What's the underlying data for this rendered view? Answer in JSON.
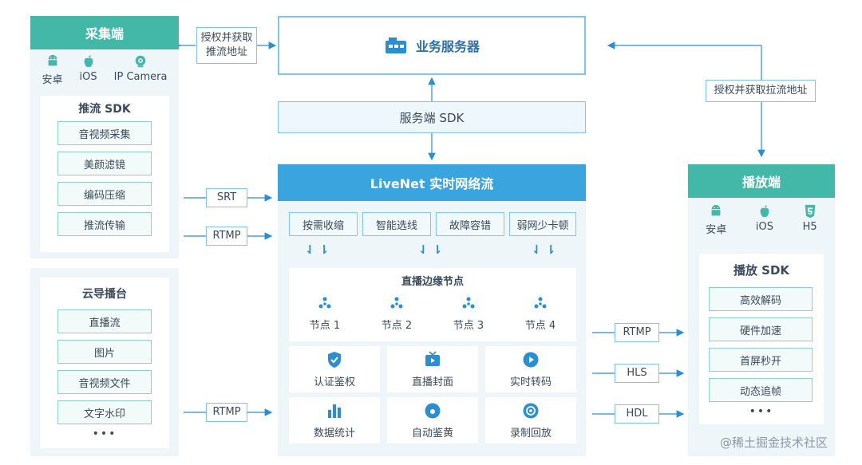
{
  "capture": {
    "title": "采集端",
    "platforms": [
      {
        "icon": "android-icon",
        "label": "安卓"
      },
      {
        "icon": "apple-icon",
        "label": "iOS"
      },
      {
        "icon": "webcam-icon",
        "label": "IP Camera"
      }
    ],
    "sdk_title": "推流 SDK",
    "sdk_items": [
      "音视频采集",
      "美颜滤镜",
      "编码压缩",
      "推流传输"
    ]
  },
  "director": {
    "title": "云导播台",
    "items": [
      "直播流",
      "图片",
      "音视频文件",
      "文字水印"
    ],
    "more": "•••"
  },
  "business_server": {
    "title": "业务服务器",
    "icon": "server-icon"
  },
  "auth_left": "授权并获取\n推流地址",
  "auth_right": "授权并获取拉流地址",
  "server_sdk": "服务端 SDK",
  "livenet": {
    "title": "LiveNet 实时网络流",
    "features_top": [
      "按需收缩",
      "智能选线",
      "故障容错",
      "弱网少卡顿"
    ],
    "edge_title": "直播边缘节点",
    "nodes": [
      "节点 1",
      "节点 2",
      "节点 3",
      "节点 4"
    ],
    "services": [
      {
        "icon": "shield-check-icon",
        "label": "认证鉴权"
      },
      {
        "icon": "tv-icon",
        "label": "直播封面"
      },
      {
        "icon": "play-circle-icon",
        "label": "实时转码"
      },
      {
        "icon": "bar-chart-icon",
        "label": "数据统计"
      },
      {
        "icon": "drop-icon",
        "label": "自动鉴黄"
      },
      {
        "icon": "replay-icon",
        "label": "录制回放"
      }
    ]
  },
  "protocols_in": [
    "SRT",
    "RTMP",
    "RTMP"
  ],
  "protocols_out": [
    "RTMP",
    "HLS",
    "HDL"
  ],
  "player": {
    "title": "播放端",
    "platforms": [
      {
        "icon": "android-icon",
        "label": "安卓"
      },
      {
        "icon": "apple-icon",
        "label": "iOS"
      },
      {
        "icon": "html5-icon",
        "label": "H5"
      }
    ],
    "sdk_title": "播放 SDK",
    "sdk_items": [
      "高效解码",
      "硬件加速",
      "首屏秒开",
      "动态追帧"
    ],
    "more": "•••"
  },
  "watermark": "@稀土掘金技术社区",
  "colors": {
    "green": "#43b7a8",
    "blue": "#3aa4df",
    "arrow": "#2a8ed0",
    "panel": "#eef6f9"
  }
}
